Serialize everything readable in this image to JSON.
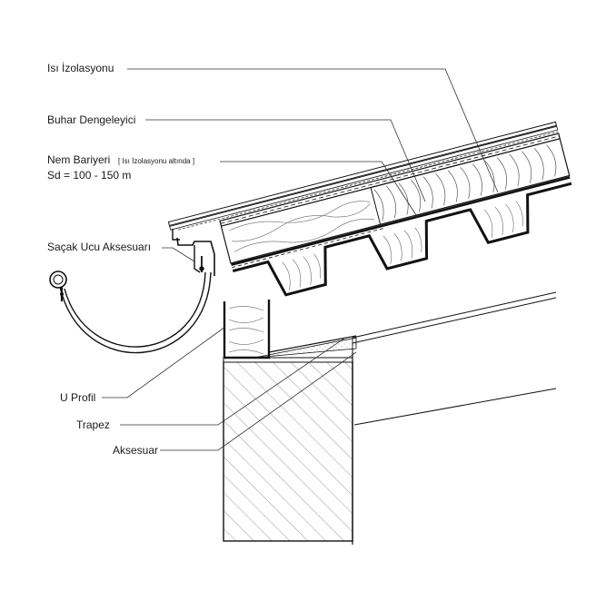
{
  "labels": {
    "isi_izolasyonu": "Isı İzolasyonu",
    "buhar_dengeleyici": "Buhar Dengeleyici",
    "nem_bariyeri": "Nem Bariyeri",
    "nem_bariyeri_note": "[ Isı İzolasyonu altında ]",
    "sd_value": "Sd = 100 - 150 m",
    "sacak_ucu_aksesuari": "Saçak Ucu Aksesuarı",
    "u_profil": "U Profil",
    "trapez": "Trapez",
    "aksesuar": "Aksesuar"
  }
}
